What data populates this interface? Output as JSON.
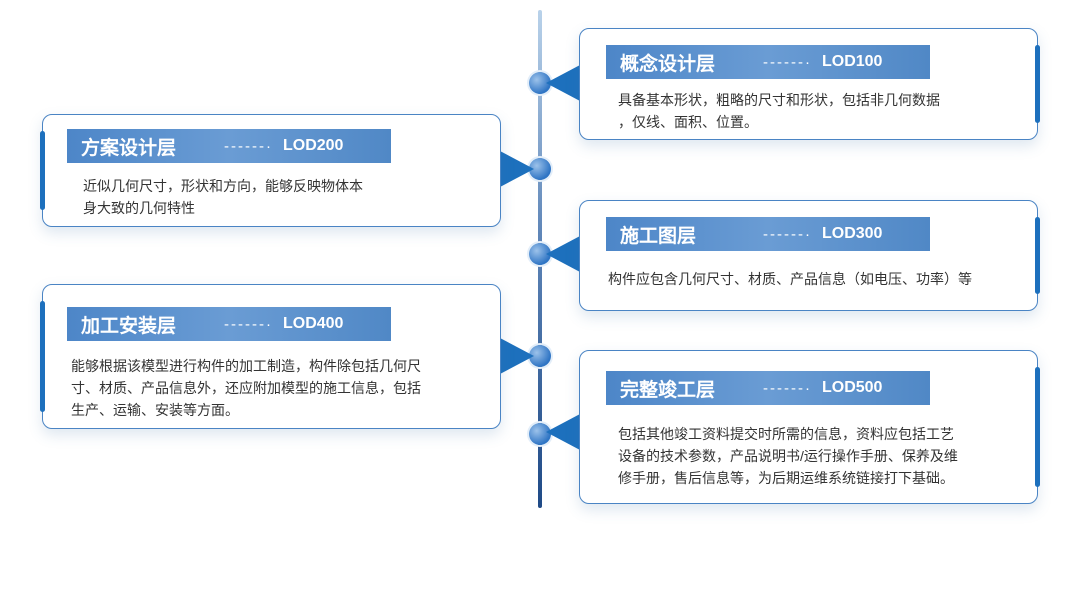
{
  "layers": [
    {
      "title": "概念设计层",
      "dashes": "------·",
      "lod": "LOD100",
      "lines": [
        "具备基本形状，粗略的尺寸和形状，包括非几何数据",
        "，仅线、面积、位置。"
      ]
    },
    {
      "title": "方案设计层",
      "dashes": "------·",
      "lod": "LOD200",
      "lines": [
        "近似几何尺寸，形状和方向，能够反映物体本",
        "身大致的几何特性"
      ]
    },
    {
      "title": "施工图层",
      "dashes": "------·",
      "lod": "LOD300",
      "lines": [
        "构件应包含几何尺寸、材质、产品信息（如电压、功率）等"
      ]
    },
    {
      "title": "加工安装层",
      "dashes": "------·",
      "lod": "LOD400",
      "lines": [
        "能够根据该模型进行构件的加工制造，构件除包括几何尺",
        "寸、材质、产品信息外，还应附加模型的施工信息，包括",
        "生产、运输、安装等方面。"
      ]
    },
    {
      "title": "完整竣工层",
      "dashes": "------·",
      "lod": "LOD500",
      "lines": [
        "包括其他竣工资料提交时所需的信息，资料应包括工艺",
        "设备的技术参数，产品说明书/运行操作手册、保养及维",
        "修手册，售后信息等，为后期运维系统链接打下基础。"
      ]
    }
  ]
}
